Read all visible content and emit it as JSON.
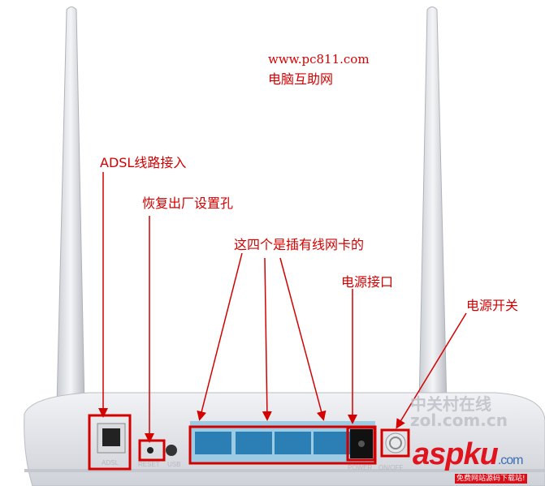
{
  "website": {
    "url": "www.pc811.com",
    "name": "电脑互助网"
  },
  "annotations": {
    "adsl": "ADSL线路接入",
    "reset": "恢复出厂设置孔",
    "lan": "这四个是插有线网卡的",
    "power_port": "电源接口",
    "power_switch": "电源开关"
  },
  "port_labels": {
    "adsl": "ADSL",
    "reset": "RESET",
    "usb": "USB",
    "power": "POWER",
    "switch": "ON/OFF"
  },
  "watermarks": {
    "zol_cn": "中关村在线",
    "zol_url": "zol.com.cn",
    "aspku": "aspku",
    "aspku_tld": ".com",
    "aspku_slogan": "免费网站源码下载站!"
  },
  "colors": {
    "annotation": "#d40000",
    "router_body": "#e4e6ea",
    "lan_panel": "#8fc0dc"
  }
}
